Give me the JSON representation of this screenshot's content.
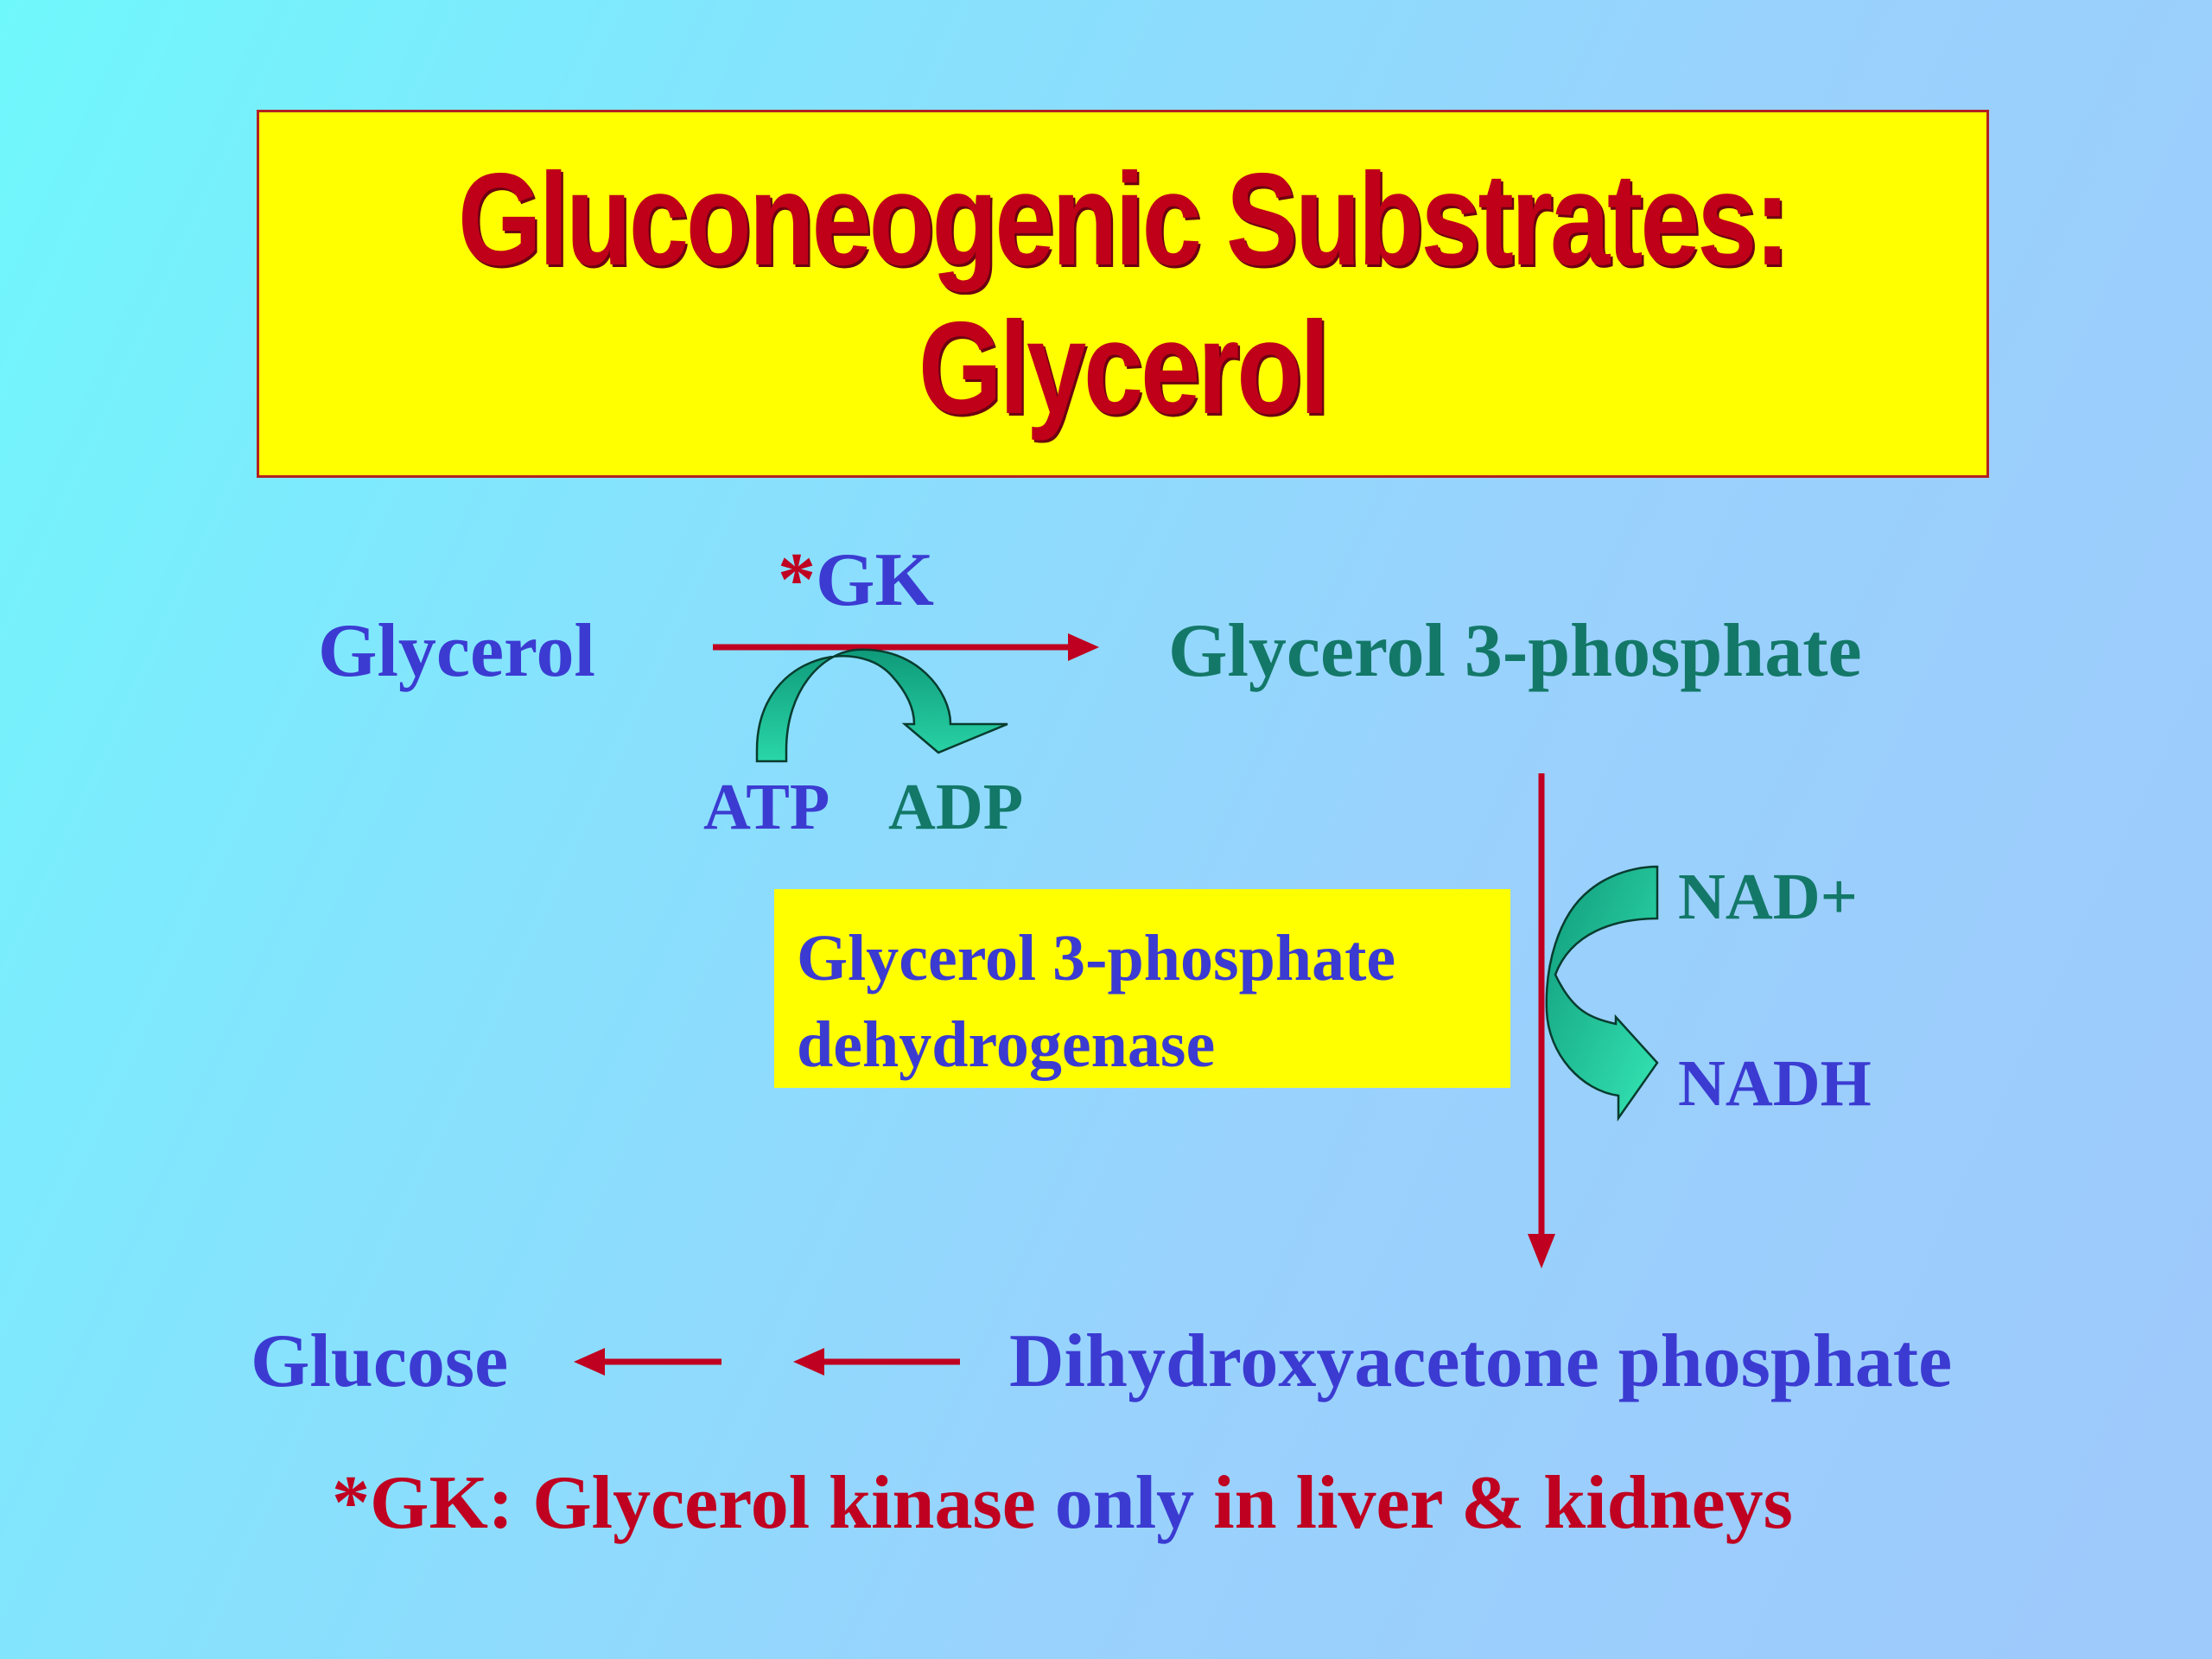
{
  "title": {
    "line1": "Gluconeogenic Substrates:",
    "line2": "Glycerol"
  },
  "pathway": {
    "enzyme_marker": "*",
    "enzyme_abbrev": "GK",
    "substrate": "Glycerol",
    "product": "Glycerol 3-phosphate",
    "cofactor_in": "ATP",
    "cofactor_out": "ADP",
    "enzyme2_line1": "Glycerol 3-phosphate",
    "enzyme2_line2": "dehydrogenase",
    "nad_in": "NAD+",
    "nad_out": "NADH",
    "final_product": "Glucose",
    "intermediate": "Dihydroxyacetone phosphate"
  },
  "footnote": {
    "part1": "*GK: Glycerol kinase ",
    "part2": "only",
    "part3": " in liver & kidneys"
  },
  "colors": {
    "title_bg": "#ffff00",
    "title_text": "#c00018",
    "arrow": "#c00020",
    "blue_text": "#3b3bd2",
    "teal_text": "#137868",
    "curved_arrow_fill": "#1fb38a"
  }
}
